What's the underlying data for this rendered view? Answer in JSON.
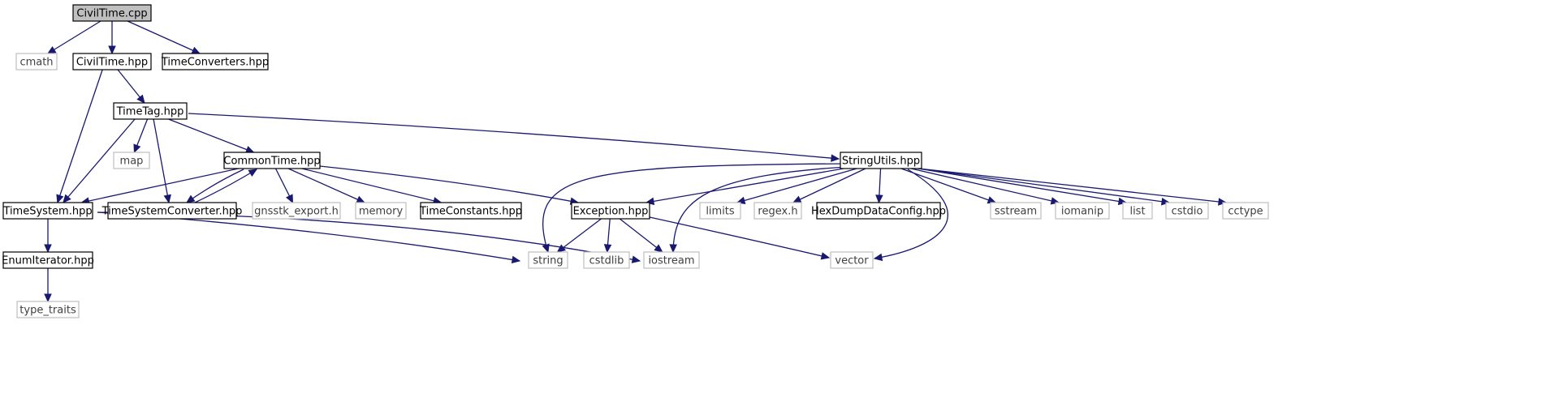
{
  "colors": {
    "edge": "#191970",
    "root_fill": "#bfbfbf",
    "system_border": "#bfbfbf",
    "doc_border": "#000000"
  },
  "nodes": [
    {
      "id": "civiltime_cpp",
      "label": "CivilTime.cpp",
      "kind": "root"
    },
    {
      "id": "cmath",
      "label": "cmath",
      "kind": "system"
    },
    {
      "id": "civiltime_hpp",
      "label": "CivilTime.hpp",
      "kind": "doc"
    },
    {
      "id": "timeconverters_hpp",
      "label": "TimeConverters.hpp",
      "kind": "doc"
    },
    {
      "id": "timetag_hpp",
      "label": "TimeTag.hpp",
      "kind": "doc"
    },
    {
      "id": "map",
      "label": "map",
      "kind": "system"
    },
    {
      "id": "commontime_hpp",
      "label": "CommonTime.hpp",
      "kind": "doc"
    },
    {
      "id": "stringutils_hpp",
      "label": "StringUtils.hpp",
      "kind": "doc"
    },
    {
      "id": "timesystem_hpp",
      "label": "TimeSystem.hpp",
      "kind": "doc"
    },
    {
      "id": "timesystemconverter_hpp",
      "label": "TimeSystemConverter.hpp",
      "kind": "doc"
    },
    {
      "id": "gnsstk_export_h",
      "label": "gnsstk_export.h",
      "kind": "system"
    },
    {
      "id": "memory",
      "label": "memory",
      "kind": "system"
    },
    {
      "id": "timeconstants_hpp",
      "label": "TimeConstants.hpp",
      "kind": "doc"
    },
    {
      "id": "exception_hpp",
      "label": "Exception.hpp",
      "kind": "doc"
    },
    {
      "id": "limits",
      "label": "limits",
      "kind": "system"
    },
    {
      "id": "regex_h",
      "label": "regex.h",
      "kind": "system"
    },
    {
      "id": "hexdumpdataconfig_hpp",
      "label": "HexDumpDataConfig.hpp",
      "kind": "doc"
    },
    {
      "id": "sstream",
      "label": "sstream",
      "kind": "system"
    },
    {
      "id": "iomanip",
      "label": "iomanip",
      "kind": "system"
    },
    {
      "id": "list",
      "label": "list",
      "kind": "system"
    },
    {
      "id": "cstdio",
      "label": "cstdio",
      "kind": "system"
    },
    {
      "id": "cctype",
      "label": "cctype",
      "kind": "system"
    },
    {
      "id": "enumiterator_hpp",
      "label": "EnumIterator.hpp",
      "kind": "doc"
    },
    {
      "id": "string",
      "label": "string",
      "kind": "system"
    },
    {
      "id": "cstdlib",
      "label": "cstdlib",
      "kind": "system"
    },
    {
      "id": "iostream",
      "label": "iostream",
      "kind": "system"
    },
    {
      "id": "vector",
      "label": "vector",
      "kind": "system"
    },
    {
      "id": "type_traits",
      "label": "type_traits",
      "kind": "system"
    }
  ],
  "edges": [
    [
      "civiltime_cpp",
      "cmath"
    ],
    [
      "civiltime_cpp",
      "civiltime_hpp"
    ],
    [
      "civiltime_cpp",
      "timeconverters_hpp"
    ],
    [
      "civiltime_hpp",
      "timesystem_hpp"
    ],
    [
      "civiltime_hpp",
      "timetag_hpp"
    ],
    [
      "timetag_hpp",
      "timesystem_hpp"
    ],
    [
      "timetag_hpp",
      "map"
    ],
    [
      "timetag_hpp",
      "timesystemconverter_hpp"
    ],
    [
      "timetag_hpp",
      "commontime_hpp"
    ],
    [
      "timetag_hpp",
      "stringutils_hpp"
    ],
    [
      "commontime_hpp",
      "timesystem_hpp"
    ],
    [
      "commontime_hpp",
      "timesystemconverter_hpp"
    ],
    [
      "timesystemconverter_hpp",
      "commontime_hpp"
    ],
    [
      "commontime_hpp",
      "gnsstk_export_h"
    ],
    [
      "commontime_hpp",
      "memory"
    ],
    [
      "commontime_hpp",
      "timeconstants_hpp"
    ],
    [
      "commontime_hpp",
      "exception_hpp"
    ],
    [
      "timesystem_hpp",
      "enumiterator_hpp"
    ],
    [
      "timesystem_hpp",
      "string"
    ],
    [
      "timesystem_hpp",
      "iostream"
    ],
    [
      "enumiterator_hpp",
      "type_traits"
    ],
    [
      "exception_hpp",
      "string"
    ],
    [
      "exception_hpp",
      "cstdlib"
    ],
    [
      "exception_hpp",
      "iostream"
    ],
    [
      "exception_hpp",
      "vector"
    ],
    [
      "stringutils_hpp",
      "string"
    ],
    [
      "stringutils_hpp",
      "iostream"
    ],
    [
      "stringutils_hpp",
      "exception_hpp"
    ],
    [
      "stringutils_hpp",
      "limits"
    ],
    [
      "stringutils_hpp",
      "regex_h"
    ],
    [
      "stringutils_hpp",
      "hexdumpdataconfig_hpp"
    ],
    [
      "stringutils_hpp",
      "vector"
    ],
    [
      "stringutils_hpp",
      "sstream"
    ],
    [
      "stringutils_hpp",
      "iomanip"
    ],
    [
      "stringutils_hpp",
      "list"
    ],
    [
      "stringutils_hpp",
      "cstdio"
    ],
    [
      "stringutils_hpp",
      "cctype"
    ]
  ]
}
